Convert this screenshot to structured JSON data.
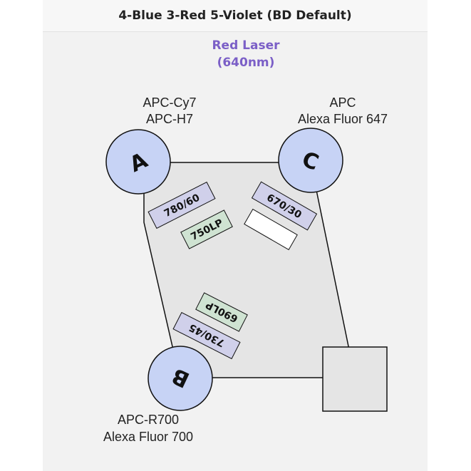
{
  "header": {
    "title": "4-Blue 3-Red 5-Violet (BD Default)"
  },
  "laser": {
    "line1": "Red Laser",
    "line2": "(640nm)",
    "color": "#7b5fc7"
  },
  "detectors": {
    "a": {
      "letter": "A",
      "line1": "APC-Cy7",
      "line2": "APC-H7"
    },
    "b": {
      "letter": "B",
      "line1": "APC-R700",
      "line2": "Alexa Fluor 700"
    },
    "c": {
      "letter": "C",
      "line1": "APC",
      "line2": "Alexa Fluor 647"
    }
  },
  "filters": {
    "bp_780_60": "780/60",
    "lp_750": "750LP",
    "bp_670_30": "670/30",
    "lp_690": "690LP",
    "bp_730_45": "730/45"
  },
  "colors": {
    "pmt_fill": "#c7d3f5",
    "bandpass_fill": "#d0d0ea",
    "longpass_fill": "#cfe3d2",
    "octagon_fill": "#e5e5e5"
  }
}
